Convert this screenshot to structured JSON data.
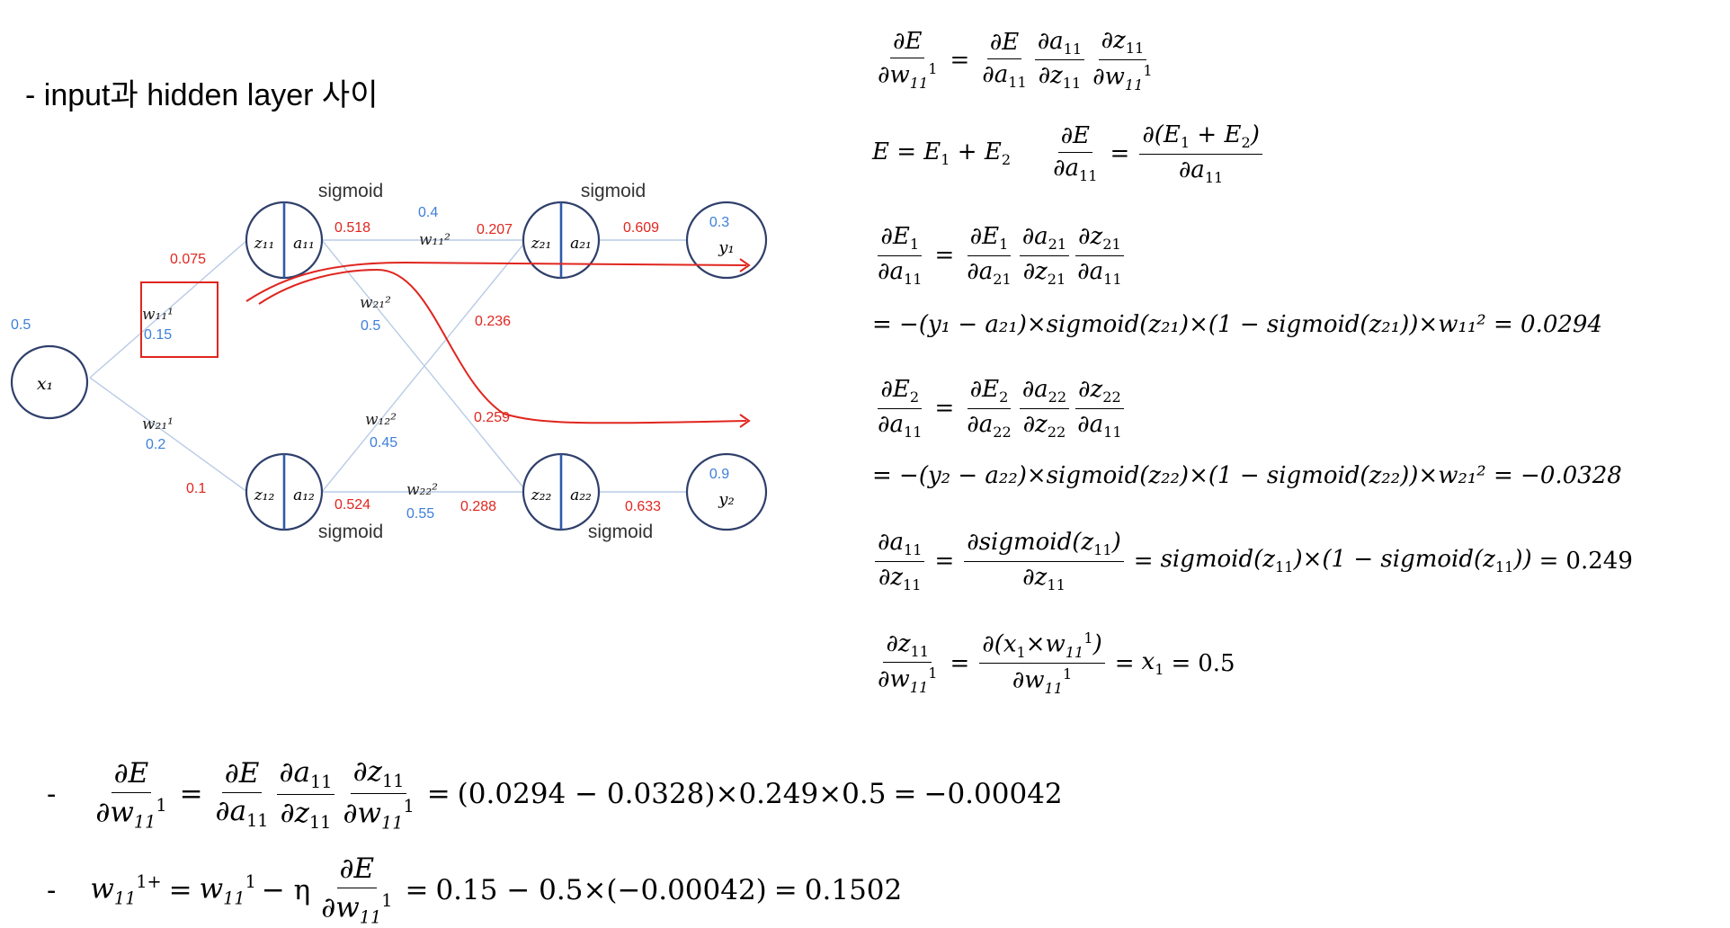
{
  "title": "- input과 hidden layer 사이",
  "network": {
    "input": {
      "label": "x₁",
      "value": "0.5"
    },
    "hidden": [
      {
        "z": "z₁₁",
        "a": "a₁₁",
        "activation": "sigmoid",
        "out": "0.518"
      },
      {
        "z": "z₁₂",
        "a": "a₁₂",
        "activation": "sigmoid",
        "out": "0.524"
      }
    ],
    "hidden2": [
      {
        "z": "z₂₁",
        "a": "a₂₁",
        "activation": "sigmoid",
        "out": "0.609"
      },
      {
        "z": "z₂₂",
        "a": "a₂₂",
        "activation": "sigmoid",
        "out": "0.633"
      }
    ],
    "outputs": [
      {
        "label": "y₁",
        "target": "0.3"
      },
      {
        "label": "y₂",
        "target": "0.9"
      }
    ],
    "weights_layer1": [
      {
        "label": "w₁₁¹",
        "value": "0.15",
        "z": "0.075"
      },
      {
        "label": "w₂₁¹",
        "value": "0.2",
        "z": "0.1"
      }
    ],
    "weights_layer2": [
      {
        "label": "w₁₁²",
        "value": "0.4",
        "z": "0.207"
      },
      {
        "label": "w₂₁²",
        "value": "0.5",
        "z": "0.236"
      },
      {
        "label": "w₁₂²",
        "value": "0.45",
        "z": "0.259"
      },
      {
        "label": "w₂₂²",
        "value": "0.55",
        "z": "0.288"
      }
    ],
    "colors": {
      "node": "#2f3f6b",
      "blue": "#3d7fd9",
      "red": "#e0261f",
      "edge": "#b9cbe6"
    }
  },
  "equations": {
    "e1_rhs_text": "= −(y₁ − a₂₁)×sigmoid(z₂₁)×(1 − sigmoid(z₂₁))×w₁₁² = 0.0294",
    "e2_rhs_text": "= −(y₂ − a₂₂)×sigmoid(z₂₂)×(1 − sigmoid(z₂₂))×w₂₁² = −0.0328",
    "da_dz_result": "0.249",
    "dz_dw_result": "0.5",
    "final_value": "−0.00042",
    "update_value": "0.1502"
  }
}
